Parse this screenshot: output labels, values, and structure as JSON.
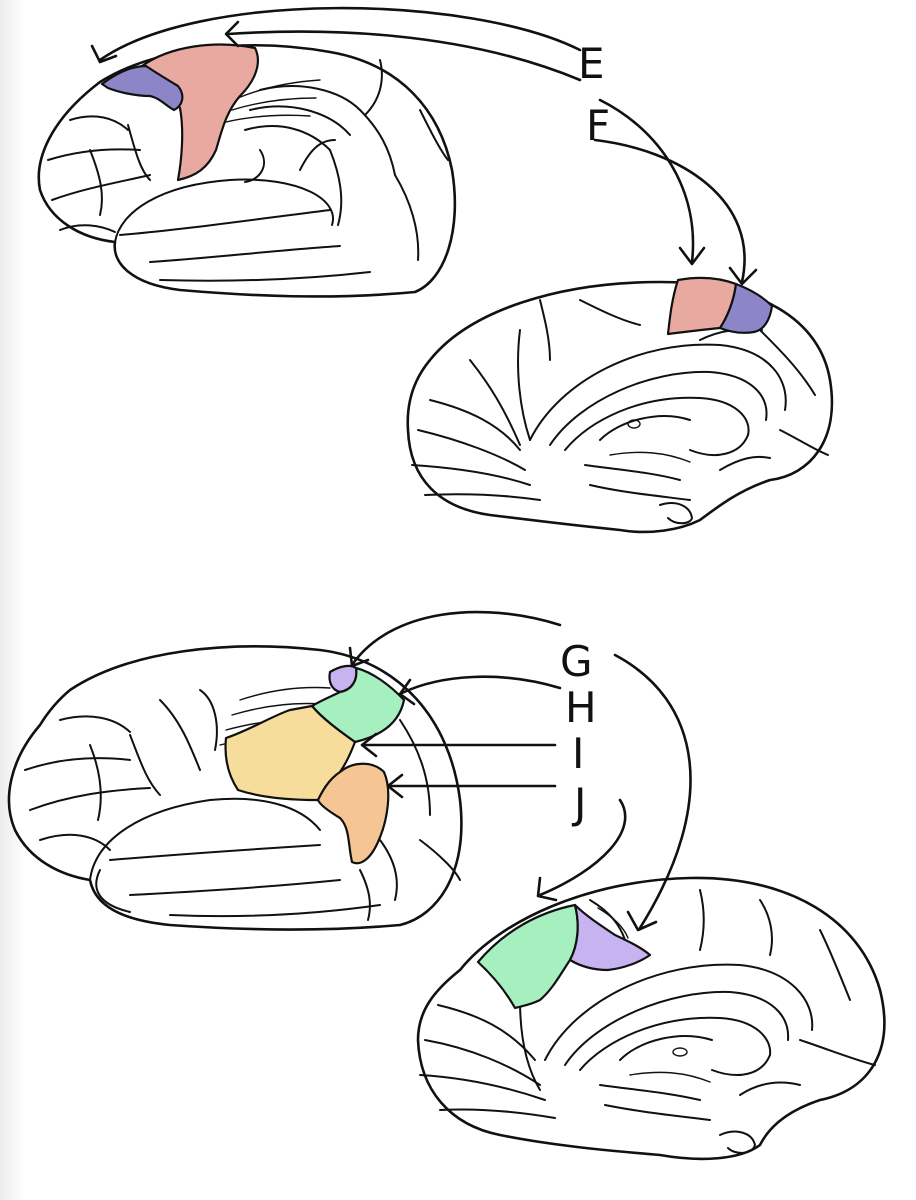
{
  "labels": {
    "e": "E",
    "f": "F",
    "g": "G",
    "h": "H",
    "i": "I",
    "j": "J"
  },
  "colors": {
    "pink": "#e8aaa0",
    "blue_violet": "#8c86c8",
    "green": "#a6f0bf",
    "yellow": "#f6dd9c",
    "orange": "#f6c594",
    "lavender": "#c6b3ef"
  }
}
